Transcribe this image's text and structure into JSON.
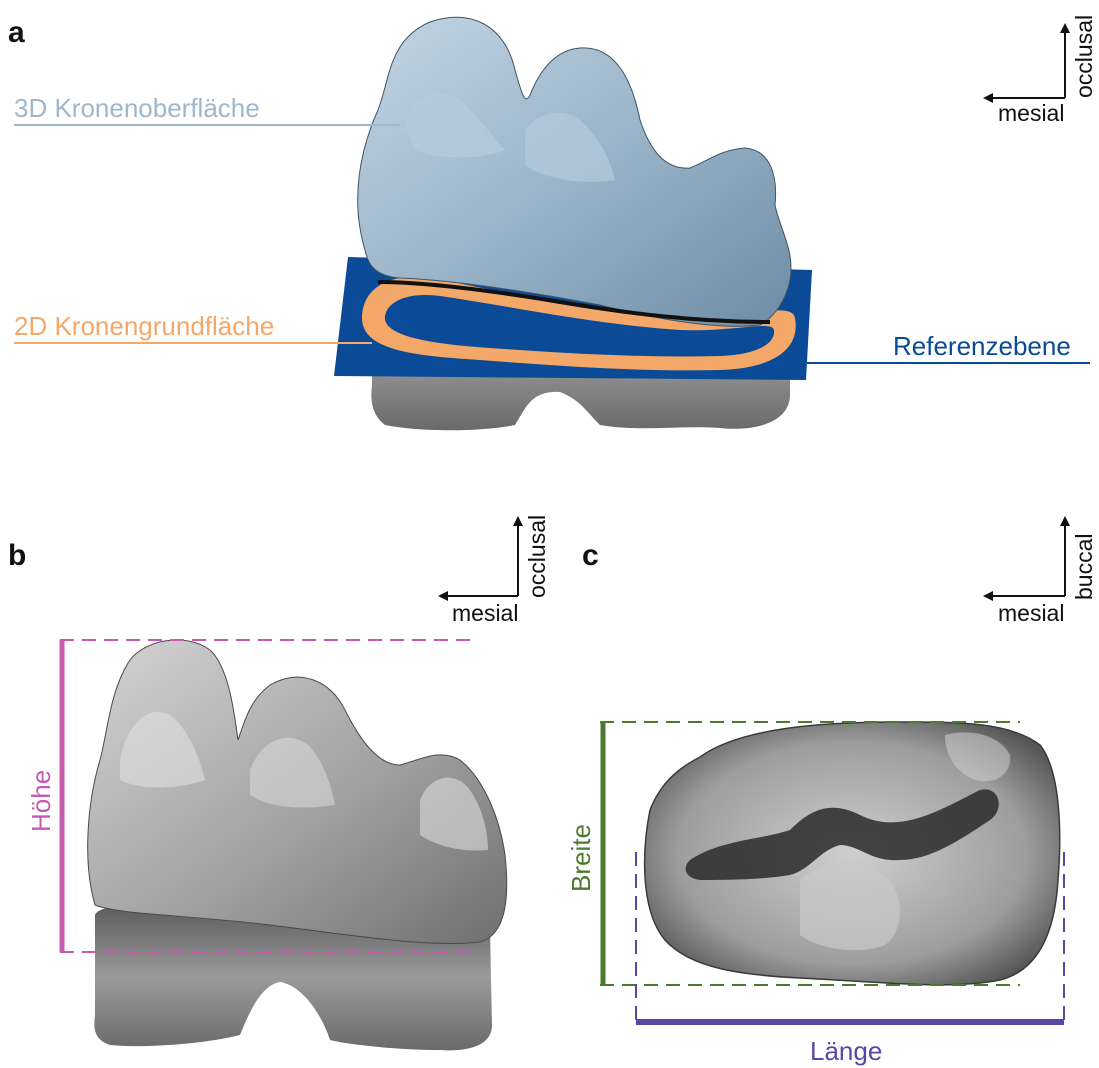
{
  "panels": {
    "a": {
      "letter": "a",
      "axis": {
        "vertical": "occlusal",
        "horizontal": "mesial"
      },
      "labels": {
        "crown_surface": "3D Kronenoberfläche",
        "crown_base": "2D Kronengrundfläche",
        "reference_plane": "Referenzebene"
      }
    },
    "b": {
      "letter": "b",
      "axis": {
        "vertical": "occlusal",
        "horizontal": "mesial"
      },
      "measure": "Höhe"
    },
    "c": {
      "letter": "c",
      "axis": {
        "vertical": "buccal",
        "horizontal": "mesial"
      },
      "measure_width": "Breite",
      "measure_length": "Länge"
    }
  },
  "colors": {
    "crown_blue": "#9db7cc",
    "crown_base_orange": "#f3a86a",
    "reference_plane": "#0b4a96",
    "height_magenta": "#c65aaf",
    "width_green": "#4c7a2e",
    "length_purple": "#5b46a8",
    "tooth_gray": "#8f8f8f"
  }
}
